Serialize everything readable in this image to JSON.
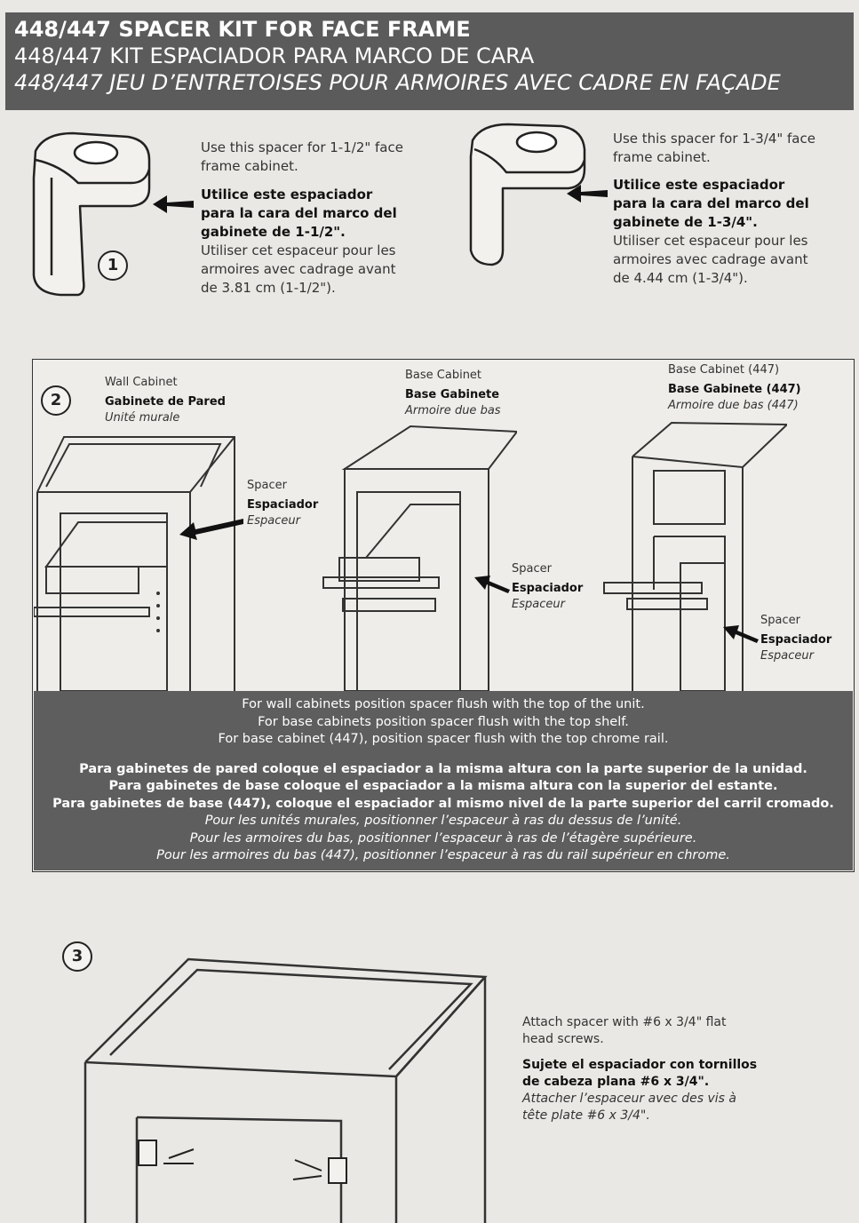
{
  "header": {
    "title_en": "448/447 SPACER KIT FOR FACE FRAME",
    "title_es": "448/447 KIT ESPACIADOR PARA MARCO DE CARA",
    "title_fr": "448/447 JEU D’ENTRETOISES POUR ARMOIRES AVEC CADRE EN FAÇADE"
  },
  "step1": {
    "number": "1",
    "left": {
      "en": [
        "Use this spacer for 1-1/2\" face",
        "frame cabinet."
      ],
      "es": [
        "Utilice este espaciador",
        "para la cara del marco del",
        "gabinete de 1-1/2\"."
      ],
      "fr": [
        "Utiliser cet espaceur pour les",
        "armoires avec cadrage avant",
        "de 3.81 cm (1-1/2\")."
      ]
    },
    "right": {
      "en": [
        "Use this spacer for 1-3/4\" face",
        "frame cabinet."
      ],
      "es": [
        "Utilice este espaciador",
        "para la cara del marco del",
        "gabinete de 1-3/4\"."
      ],
      "fr": [
        "Utiliser cet espaceur pour les",
        "armoires avec cadrage avant",
        "de 4.44 cm (1-3/4\")."
      ]
    }
  },
  "step2": {
    "number": "2",
    "wall": {
      "en": "Wall Cabinet",
      "es": "Gabinete de Pared",
      "fr": "Unité murale"
    },
    "base": {
      "en": "Base Cabinet",
      "es": "Base Gabinete",
      "fr": "Armoire due bas"
    },
    "base447": {
      "en": "Base Cabinet (447)",
      "es": "Base Gabinete (447)",
      "fr": "Armoire due bas (447)"
    },
    "spacer": {
      "en": "Spacer",
      "es": "Espaciador",
      "fr": "Espaceur"
    },
    "notes_en": [
      "For wall cabinets position spacer flush with the top of the unit.",
      "For base cabinets position spacer flush with the top shelf.",
      "For base cabinet (447), position spacer flush with the top chrome rail."
    ],
    "notes_es": [
      "Para gabinetes de pared coloque el espaciador a la misma altura con la parte superior de la unidad.",
      "Para gabinetes de base coloque el espaciador a la misma altura con la superior del estante.",
      "Para gabinetes de base (447), coloque el espaciador al mismo nivel de la parte superior del carril cromado."
    ],
    "notes_fr": [
      "Pour les unités murales, positionner l’espaceur à ras du dessus de l’unité.",
      "Pour les armoires du bas, positionner l’espaceur à ras de l’étagère supérieure.",
      "Pour les armoires du bas (447), positionner l’espaceur à ras du rail supérieur en chrome."
    ]
  },
  "step3": {
    "number": "3",
    "en": [
      "Attach spacer with #6 x 3/4\" flat",
      "head screws."
    ],
    "es": [
      "Sujete el espaciador con tornillos",
      "de cabeza plana #6 x 3/4\"."
    ],
    "fr": [
      "Attacher l’espaceur avec des vis à",
      "tête plate #6 x 3/4\"."
    ]
  }
}
